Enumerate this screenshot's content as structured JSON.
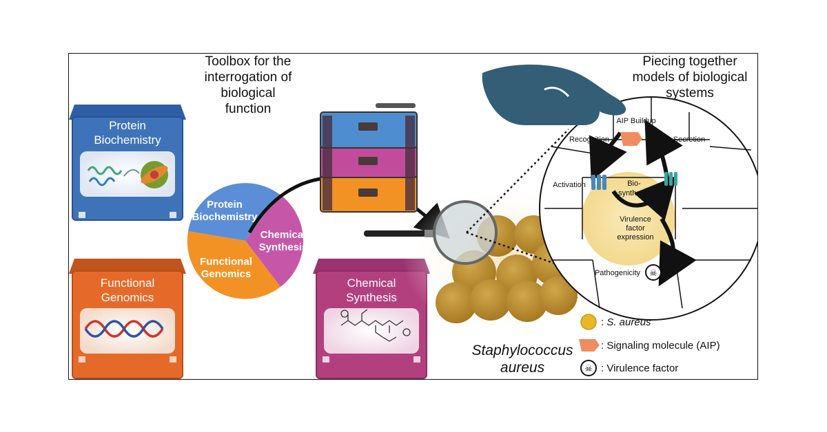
{
  "toolbox_title": [
    "Toolbox for the",
    "interrogation of",
    "biological",
    "function"
  ],
  "models_title": [
    "Piecing together",
    "models of biological",
    "systems"
  ],
  "boxes": {
    "protein": [
      "Protein",
      "Biochemistry"
    ],
    "genomics": [
      "Functional",
      "Genomics"
    ],
    "chemical": [
      "Chemical",
      "Synthesis"
    ]
  },
  "pie": {
    "protein": [
      "Protein",
      "Biochemistry"
    ],
    "genomics": [
      "Functional",
      "Genomics"
    ],
    "chemical": [
      "Chemical",
      "Synthesis"
    ]
  },
  "species": [
    "Staphylococcus",
    "aureus"
  ],
  "circuit": {
    "aip_buildup": "AIP Buildup",
    "recognition": "Recognition",
    "secretion": "Secretion",
    "activation": "Activation",
    "biosynthesis": [
      "Bio-",
      "synthesis"
    ],
    "virulence": [
      "Virulence",
      "factor",
      "expression"
    ],
    "pathogenicity": "Pathogenicity"
  },
  "legend": {
    "s_aureus_prefix": ": ",
    "s_aureus": "S. aureus",
    "signaling": ": Signaling molecule (AIP)",
    "virulence": ": Virulence factor"
  },
  "colors": {
    "protein_blue": "#3f73b9",
    "genomics_orange": "#e56a2a",
    "chemical_magenta": "#b2407f",
    "pie_blue": "#5b8ed6",
    "pie_orange": "#f29225",
    "pie_magenta": "#c657a8",
    "hand": "#335e76",
    "bacteria": "#b88b2e",
    "aip": "#f08c61"
  }
}
